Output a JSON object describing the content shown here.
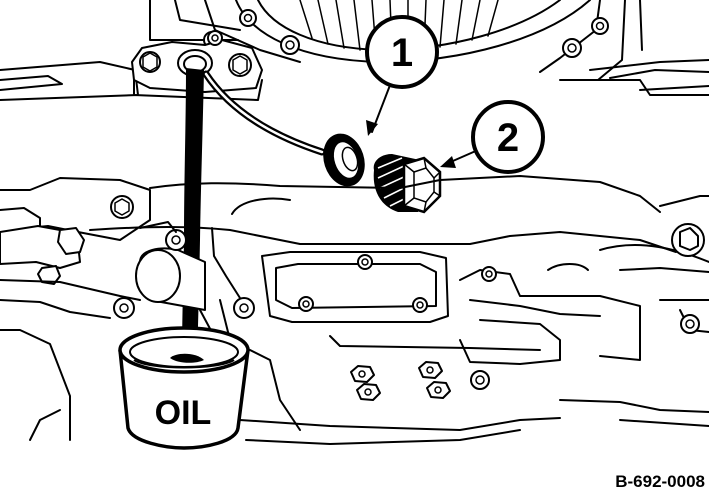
{
  "callouts": [
    {
      "number": "1",
      "part": "seal-washer"
    },
    {
      "number": "2",
      "part": "drain-plug"
    }
  ],
  "container_label": "OIL",
  "figure_id": "B-692-0008",
  "colors": {
    "line": "#000000",
    "background": "#ffffff",
    "oil": "#000000"
  }
}
